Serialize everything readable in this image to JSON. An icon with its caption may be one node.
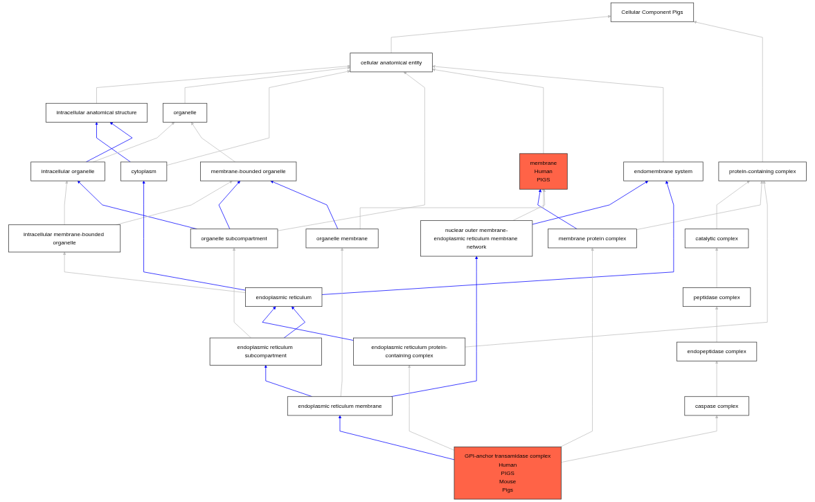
{
  "diagram": {
    "nodes": [
      {
        "text": [
          "Cellular Component Pigs"
        ]
      },
      {
        "text": [
          "cellular anatomical entity"
        ]
      },
      {
        "text": [
          "intracellular anatomical structure"
        ]
      },
      {
        "text": [
          "organelle"
        ]
      },
      {
        "text": [
          "protein-containing complex"
        ]
      },
      {
        "text": [
          "cytoplasm"
        ]
      },
      {
        "text": [
          "intracellular organelle"
        ]
      },
      {
        "text": [
          "membrane-bounded organelle"
        ]
      },
      {
        "text": [
          "membrane",
          "Human",
          "PIGS"
        ]
      },
      {
        "text": [
          "endomembrane system"
        ]
      },
      {
        "text": [
          "catalytic complex"
        ]
      },
      {
        "text": [
          "membrane protein complex"
        ]
      },
      {
        "text": [
          "intracellular membrane-bounded organelle"
        ]
      },
      {
        "text": [
          "organelle subcompartment"
        ]
      },
      {
        "text": [
          "organelle membrane"
        ]
      },
      {
        "text": [
          "nuclear outer membrane-endoplasmic reticulum membrane network"
        ]
      },
      {
        "text": [
          "peptidase complex"
        ]
      },
      {
        "text": [
          "endoplasmic reticulum"
        ]
      },
      {
        "text": [
          "endopeptidase complex"
        ]
      },
      {
        "text": [
          "endoplasmic reticulum protein-containing complex"
        ]
      },
      {
        "text": [
          "endoplasmic reticulum subcompartment"
        ]
      },
      {
        "text": [
          "caspase complex"
        ]
      },
      {
        "text": [
          "endoplasmic reticulum membrane"
        ]
      },
      {
        "text": [
          "GPI-anchor transamidase complex",
          "Human",
          "PIGS",
          "Mouse",
          "Pigs"
        ]
      }
    ],
    "edges": [
      {
        "from": 1,
        "to": 0,
        "arrow": "to"
      },
      {
        "from": 4,
        "to": 0,
        "arrow": "to"
      },
      {
        "from": 2,
        "to": 1,
        "arrow": "to"
      },
      {
        "from": 3,
        "to": 1,
        "arrow": "to"
      },
      {
        "from": 5,
        "to": 1,
        "arrow": "to"
      },
      {
        "from": 13,
        "to": 1,
        "arrow": "to"
      },
      {
        "from": 8,
        "to": 1,
        "arrow": "to"
      },
      {
        "from": 9,
        "to": 1,
        "arrow": "to"
      },
      {
        "from": 5,
        "to": 2,
        "arrow": "to",
        "color": "#0000ff"
      },
      {
        "from": 6,
        "to": 2,
        "arrow": "to",
        "color": "#0000ff"
      },
      {
        "from": 6,
        "to": 3,
        "arrow": "to"
      },
      {
        "from": 7,
        "to": 3,
        "arrow": "to"
      },
      {
        "from": 10,
        "to": 4,
        "arrow": "to"
      },
      {
        "from": 11,
        "to": 4,
        "arrow": "to"
      },
      {
        "from": 19,
        "to": 4,
        "arrow": "to"
      },
      {
        "from": 11,
        "to": 8,
        "arrow": "to",
        "color": "#0000ff"
      },
      {
        "from": 12,
        "to": 6,
        "arrow": "to"
      },
      {
        "from": 13,
        "to": 6,
        "arrow": "to",
        "color": "#0000ff"
      },
      {
        "from": 12,
        "to": 7,
        "arrow": "to"
      },
      {
        "from": 13,
        "to": 7,
        "arrow": "to",
        "color": "#0000ff"
      },
      {
        "from": 14,
        "to": 7,
        "arrow": "to",
        "color": "#0000ff"
      },
      {
        "from": 15,
        "to": 9,
        "arrow": "to",
        "color": "#0000ff"
      },
      {
        "from": 15,
        "to": 8,
        "arrow": "to"
      },
      {
        "from": 14,
        "to": 8,
        "arrow": "to"
      },
      {
        "from": 17,
        "to": 9,
        "arrow": "to",
        "color": "#0000ff"
      },
      {
        "from": 16,
        "to": 10,
        "arrow": "to"
      },
      {
        "from": 17,
        "to": 5,
        "arrow": "to",
        "color": "#0000ff"
      },
      {
        "from": 17,
        "to": 12,
        "arrow": "to"
      },
      {
        "from": 20,
        "to": 13,
        "arrow": "to"
      },
      {
        "from": 22,
        "to": 14,
        "arrow": "to"
      },
      {
        "from": 22,
        "to": 15,
        "arrow": "to",
        "color": "#0000ff"
      },
      {
        "from": 18,
        "to": 16,
        "arrow": "to"
      },
      {
        "from": 19,
        "to": 17,
        "arrow": "to",
        "color": "#0000ff"
      },
      {
        "from": 20,
        "to": 17,
        "arrow": "to",
        "color": "#0000ff"
      },
      {
        "from": 21,
        "to": 18,
        "arrow": "to"
      },
      {
        "from": 23,
        "to": 19,
        "arrow": "to"
      },
      {
        "from": 22,
        "to": 20,
        "arrow": "to",
        "color": "#0000ff"
      },
      {
        "from": 23,
        "to": 21,
        "arrow": "to"
      },
      {
        "from": 23,
        "to": 11,
        "arrow": "to"
      },
      {
        "from": 23,
        "to": 22,
        "arrow": "to",
        "color": "#0000ff"
      }
    ]
  }
}
